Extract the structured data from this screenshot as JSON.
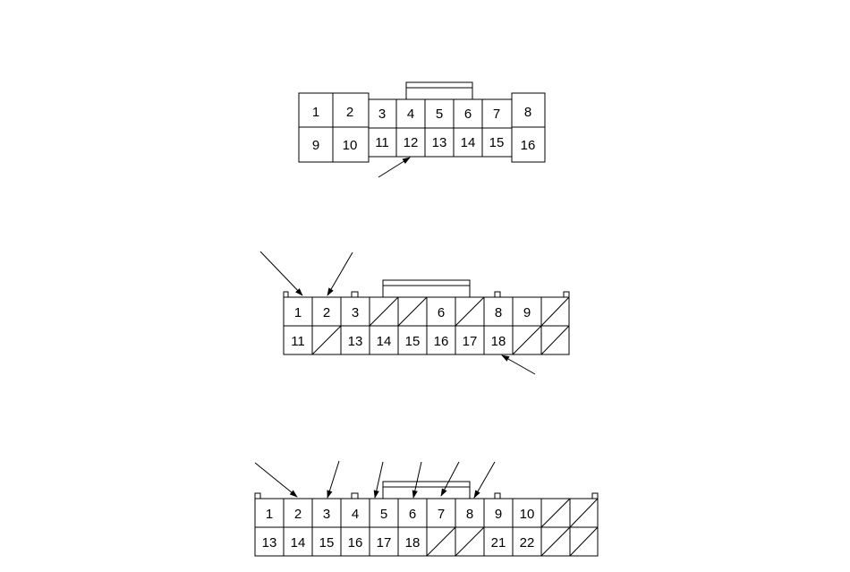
{
  "connectors": [
    {
      "id": "connector-16pin",
      "top_row": [
        "1",
        "2",
        "3",
        "4",
        "5",
        "6",
        "7",
        "8"
      ],
      "bottom_row": [
        "9",
        "10",
        "11",
        "12",
        "13",
        "14",
        "15",
        "16"
      ]
    },
    {
      "id": "connector-20pin",
      "top_row": [
        "1",
        "2",
        "3",
        "",
        "",
        "6",
        "",
        "8",
        "9",
        ""
      ],
      "bottom_row": [
        "11",
        "",
        "13",
        "14",
        "15",
        "16",
        "17",
        "18",
        "",
        ""
      ],
      "blank_top": [
        3,
        4,
        6,
        9
      ],
      "blank_bottom": [
        1,
        8,
        9
      ]
    },
    {
      "id": "connector-24pin",
      "top_row": [
        "1",
        "2",
        "3",
        "4",
        "5",
        "6",
        "7",
        "8",
        "9",
        "10",
        "",
        ""
      ],
      "bottom_row": [
        "13",
        "14",
        "15",
        "16",
        "17",
        "18",
        "",
        "",
        "21",
        "22",
        "",
        ""
      ],
      "blank_top": [
        10,
        11
      ],
      "blank_bottom": [
        6,
        7,
        10,
        11
      ]
    }
  ]
}
